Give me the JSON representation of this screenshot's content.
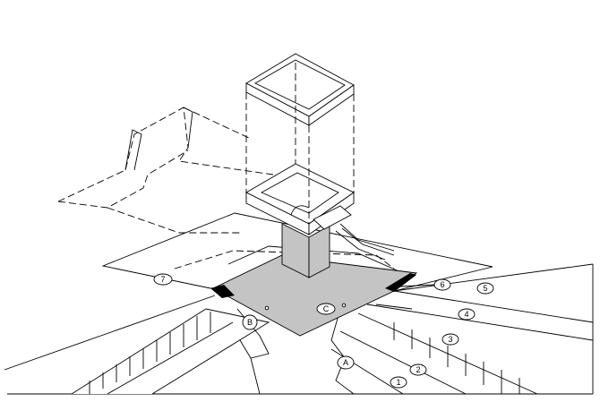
{
  "title": "Roof penetration flashing exploded isometric detail",
  "callouts": {
    "numbers": [
      "1",
      "2",
      "3",
      "4",
      "5",
      "6",
      "7"
    ],
    "letters": [
      "A",
      "B",
      "C"
    ]
  },
  "colors": {
    "flashing": "#c4c4c4",
    "line": "#000000",
    "seal": "#000000"
  }
}
